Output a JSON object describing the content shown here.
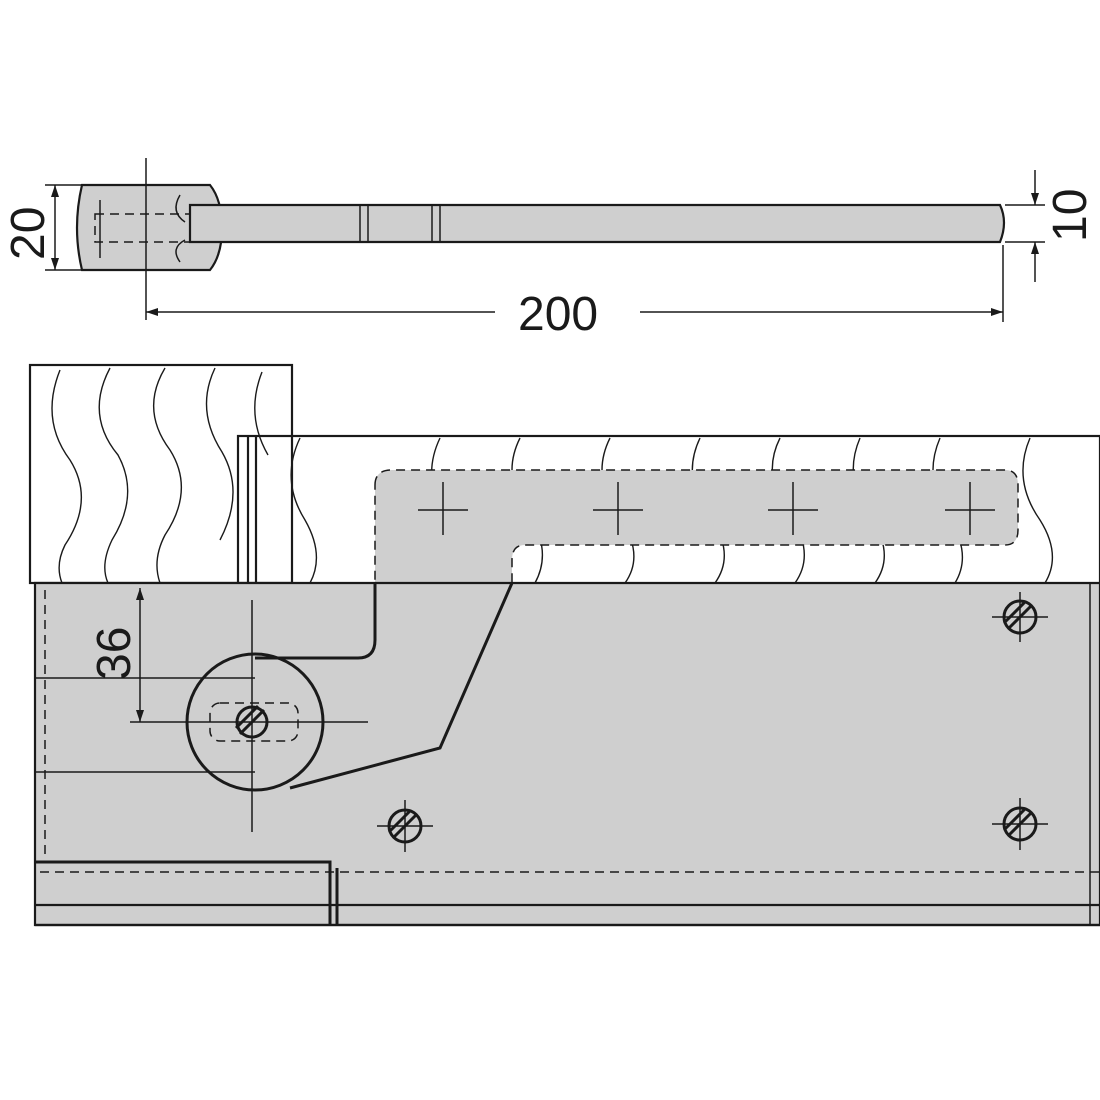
{
  "dimensions": {
    "height_top": "20",
    "length_total": "200",
    "arm_thickness": "10",
    "pivot_offset": "36"
  },
  "colors": {
    "metal_fill": "#cfcfcf",
    "line": "#1a1a1a",
    "background": "#ffffff"
  }
}
